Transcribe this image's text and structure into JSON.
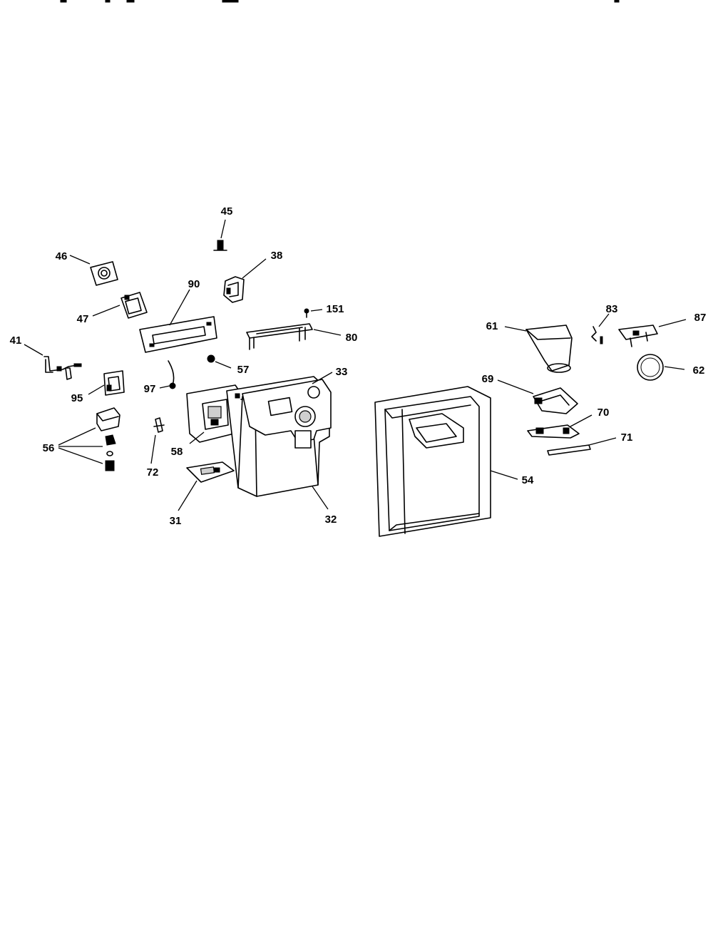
{
  "diagram": {
    "labels": {
      "p45": "45",
      "p46": "46",
      "p38": "38",
      "p90": "90",
      "p47": "47",
      "p151": "151",
      "p80": "80",
      "p41": "41",
      "p57": "57",
      "p33": "33",
      "p97": "97",
      "p95": "95",
      "p56": "56",
      "p58": "58",
      "p72": "72",
      "p31": "31",
      "p32": "32",
      "p61": "61",
      "p83": "83",
      "p87": "87",
      "p62": "62",
      "p69": "69",
      "p70": "70",
      "p71": "71",
      "p54": "54"
    }
  }
}
